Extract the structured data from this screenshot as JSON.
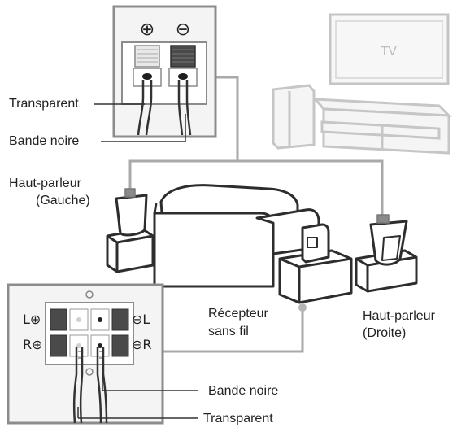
{
  "labels": {
    "transparent_top": "Transparent",
    "bande_noire_top": "Bande noire",
    "hp_gauche_1": "Haut-parleur",
    "hp_gauche_2": "(Gauche)",
    "recepteur_1": "Récepteur",
    "recepteur_2": "sans fil",
    "hp_droite_1": "Haut-parleur",
    "hp_droite_2": "(Droite)",
    "bande_noire_bottom": "Bande noire",
    "transparent_bottom": "Transparent",
    "tv": "TV"
  },
  "terminal_symbols": {
    "top_plus": "⊕",
    "top_minus": "⊖",
    "left_plus": "L⊕",
    "right_plus": "R⊕",
    "left_minus": "⊖L",
    "right_minus": "⊖R"
  },
  "colors": {
    "line": "#9a9a9a",
    "panel_bg": "#f4f4f4",
    "panel_border": "#8c8c8c",
    "furniture": "#cfcfcf",
    "furniture_dark": "#a8a8a8",
    "terminal_black": "#4a4a4a"
  }
}
